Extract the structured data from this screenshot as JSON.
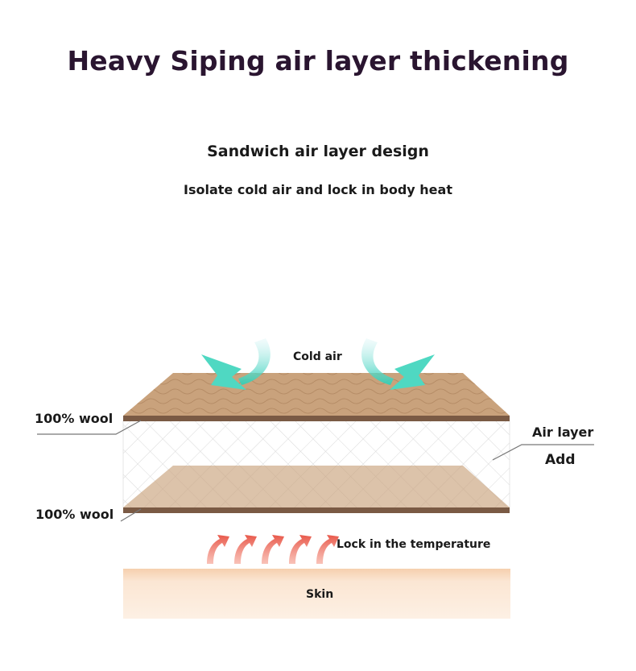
{
  "header": {
    "title": "Heavy Siping air layer thickening",
    "subtitle": "Sandwich air layer design",
    "tagline": "Isolate cold air and lock in body heat"
  },
  "diagram": {
    "labels": {
      "cold_air": "Cold air",
      "wool_top": "100% wool",
      "wool_bottom": "100% wool",
      "air_layer": "Air layer",
      "add": "Add",
      "lock_temp": "Lock in the temperature",
      "skin": "Skin"
    },
    "colors": {
      "wool_top": "#c9a27c",
      "wool_edge": "#7a5a44",
      "cold_air_arrow": "#5fd6c4",
      "heat_arrow": "#f07a6a",
      "skin": "#fbe9d8",
      "skin_edge": "#f6d3b5",
      "title": "#2a1530"
    }
  }
}
